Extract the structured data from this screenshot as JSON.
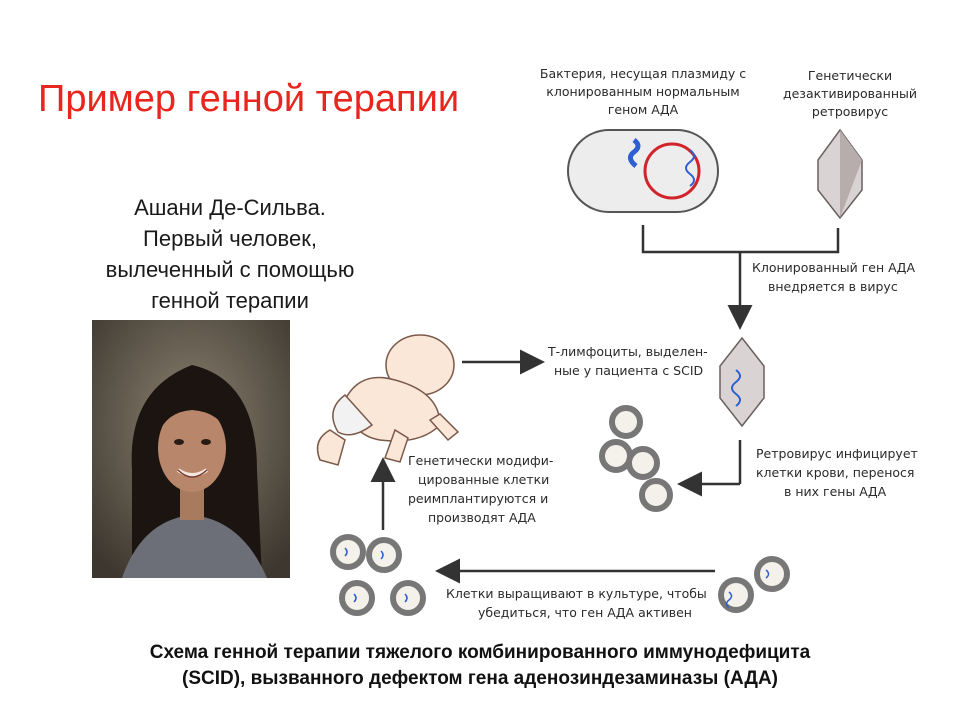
{
  "title": "Пример генной терапии",
  "person": {
    "lines": [
      "Ашани Де-Сильва.",
      "Первый человек,",
      "вылеченный с помощью",
      "генной терапии"
    ]
  },
  "diagram": {
    "bacteria_label": [
      "Бактерия, несущая плазмиду с",
      "клонированным нормальным",
      "геном АДА"
    ],
    "retrovirus_label": [
      "Генетически",
      "дезактивированный",
      "ретровирус"
    ],
    "gene_insert_label": [
      "Клонированный ген АДА",
      "внедряется в вирус"
    ],
    "t_cells_label": [
      "Т-лимфоциты, выделен-",
      "ные у пациента с SCID"
    ],
    "infect_label": [
      "Ретровирус инфицирует",
      "клетки крови, перенося",
      "в них гены АДА"
    ],
    "culture_label": [
      "Клетки выращивают в культуре, чтобы",
      "убедиться, что ген АДА активен"
    ],
    "reimplant_label": [
      "Генетически модифи-",
      "цированные клетки",
      "реимплантируются и",
      "производят АДА"
    ]
  },
  "caption": [
    "Схема генной терапии тяжелого комбинированного иммунодефицита",
    "(SCID), вызванного дефектом гена аденозиндезаминазы (АДА)"
  ],
  "colors": {
    "title": "#e8261e",
    "plasmid": "#d2232a",
    "gene": "#2d5fd3"
  }
}
